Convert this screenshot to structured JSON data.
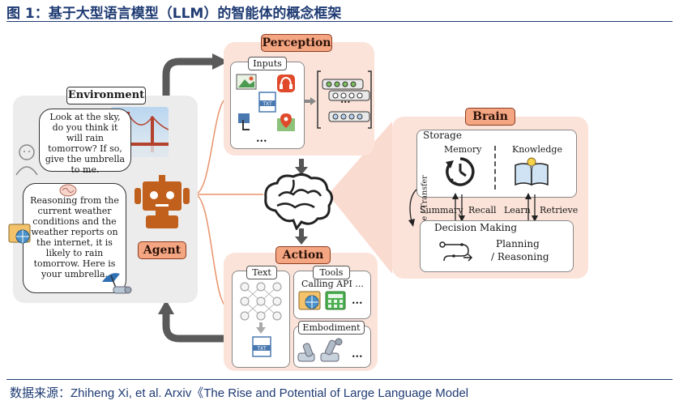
{
  "figure_title": "图 1：基于大型语言模型（LLM）的智能体的概念框架",
  "source_text": "数据来源：Zhiheng Xi, et al. Arxiv《The Rise and Potential of Large Language Model",
  "environment": {
    "title": "Environment",
    "question": "Look at the sky, do you think it will rain tomorrow? If so, give the umbrella to me.",
    "answer": "Reasoning from the current weather conditions and the weather reports on the internet, it is likely to rain tomorrow. Here is your umbrella."
  },
  "agent": {
    "title": "Agent"
  },
  "perception": {
    "title": "Perception",
    "inputs_label": "Inputs",
    "ellipsis": "...",
    "token_ellipsis": "..."
  },
  "brain": {
    "title": "Brain",
    "storage_label": "Storage",
    "memory_label": "Memory",
    "knowledge_label": "Knowledge",
    "summary_label": "Summary",
    "recall_label": "Recall",
    "learn_label": "Learn",
    "retrieve_label": "Retrieve",
    "side_label": "Generalize / Transfer",
    "decision_label": "Decision Making",
    "planning_label": "Planning",
    "reasoning_label": "/ Reasoning"
  },
  "action": {
    "title": "Action",
    "text_label": "Text",
    "tools_label": "Tools",
    "calling_api_label": "Calling API ...",
    "tools_ellipsis": "...",
    "embodiment_label": "Embodiment",
    "embodiment_ellipsis": "..."
  },
  "colors": {
    "accent_orange": "#f4a582",
    "panel_pink": "#fbe3d9",
    "panel_gray": "#ececec",
    "agent_orange": "#c0601c",
    "title_blue": "#1f3b73"
  }
}
